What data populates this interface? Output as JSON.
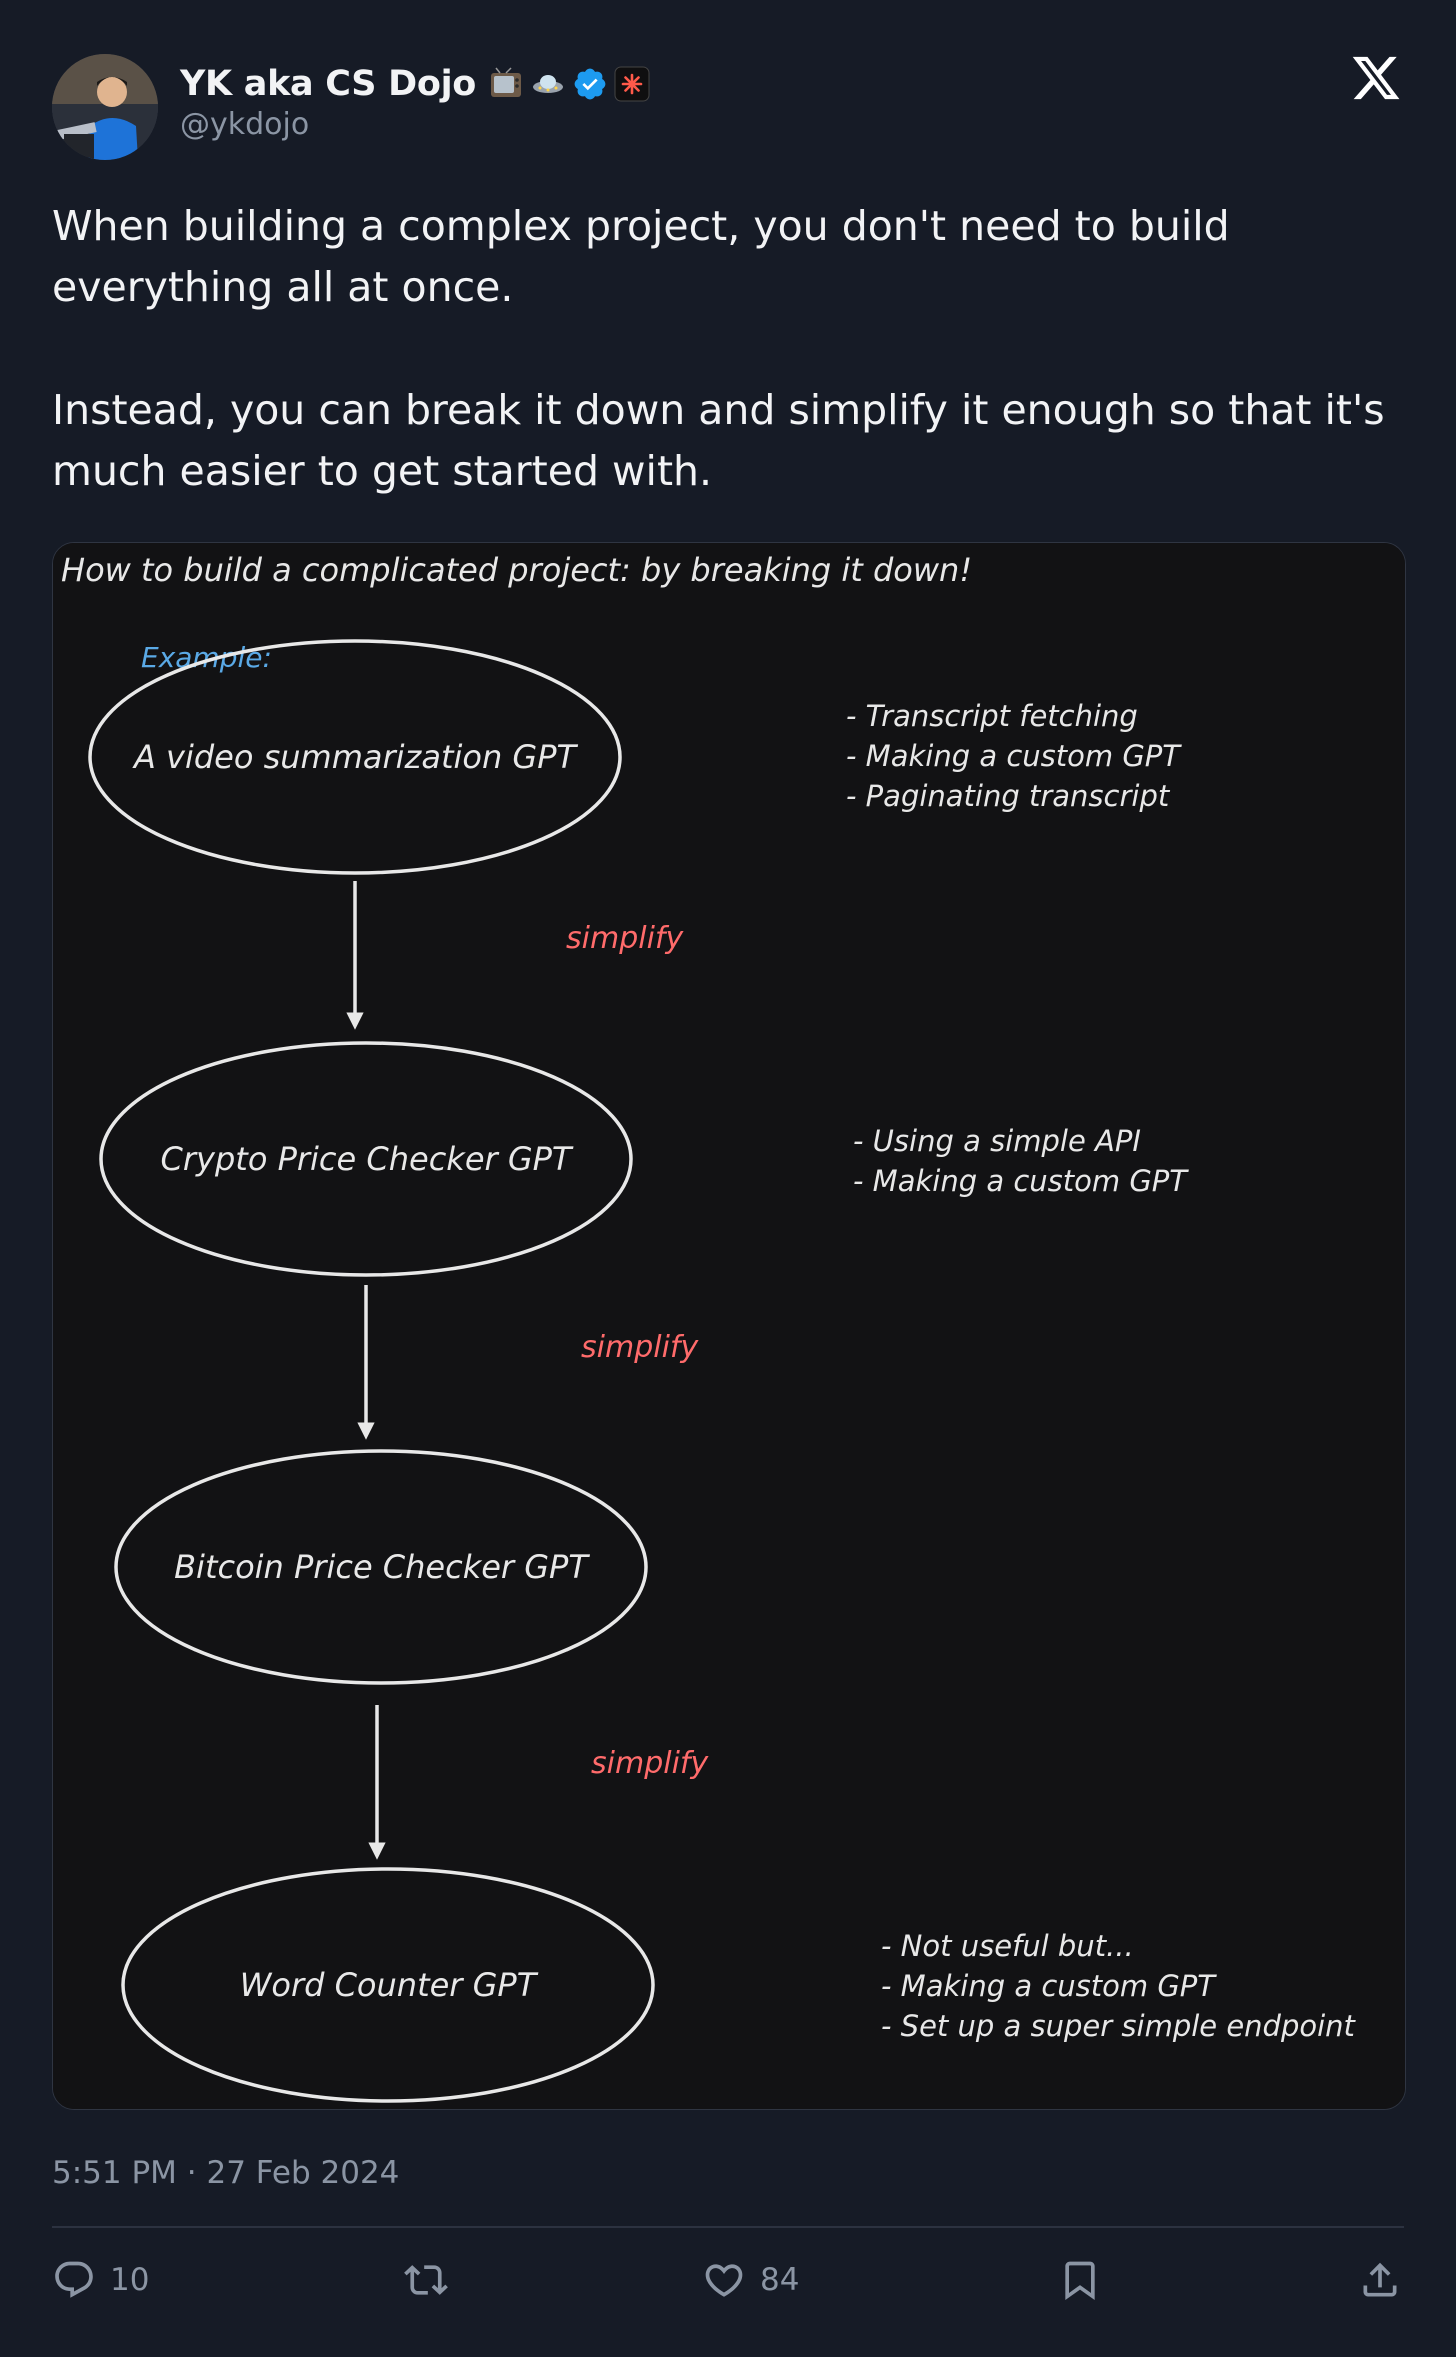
{
  "author": {
    "display_name": "YK aka CS Dojo",
    "handle": "@ykdojo",
    "badges": [
      "tv-icon",
      "alien-spaceship-icon",
      "verified-badge-icon",
      "affiliate-badge-icon"
    ]
  },
  "tweet": {
    "paragraph_1": "When building a complex project, you don't need to build everything all at once.",
    "paragraph_2": "Instead, you can break it down and simplify it enough so that it's much easier to get started with.",
    "timestamp": "5:51 PM · 27 Feb 2024"
  },
  "diagram": {
    "title": "How to build a complicated project: by breaking it down!",
    "example_label": "Example:",
    "arrow_label": "simplify",
    "nodes": [
      {
        "label": "A video summarization GPT",
        "notes": [
          "- Transcript fetching",
          "- Making a custom GPT",
          "- Paginating transcript"
        ]
      },
      {
        "label": "Crypto Price Checker GPT",
        "notes": [
          "- Using a simple API",
          "- Making a custom GPT"
        ]
      },
      {
        "label": "Bitcoin Price Checker GPT",
        "notes": []
      },
      {
        "label": "Word Counter GPT",
        "notes": [
          "- Not useful but...",
          "- Making a custom GPT",
          "- Set up a super simple endpoint"
        ]
      }
    ],
    "colors": {
      "background": "#121214",
      "ink": "#e8e8e8",
      "example": "#5aa9e6",
      "simplify": "#ff6b6b"
    }
  },
  "actions": {
    "reply_count": "10",
    "like_count": "84"
  },
  "theme": {
    "background": "#161b26",
    "text": "#f2f3f5",
    "muted": "#8b95a4",
    "verified": "#1d9bf0"
  }
}
